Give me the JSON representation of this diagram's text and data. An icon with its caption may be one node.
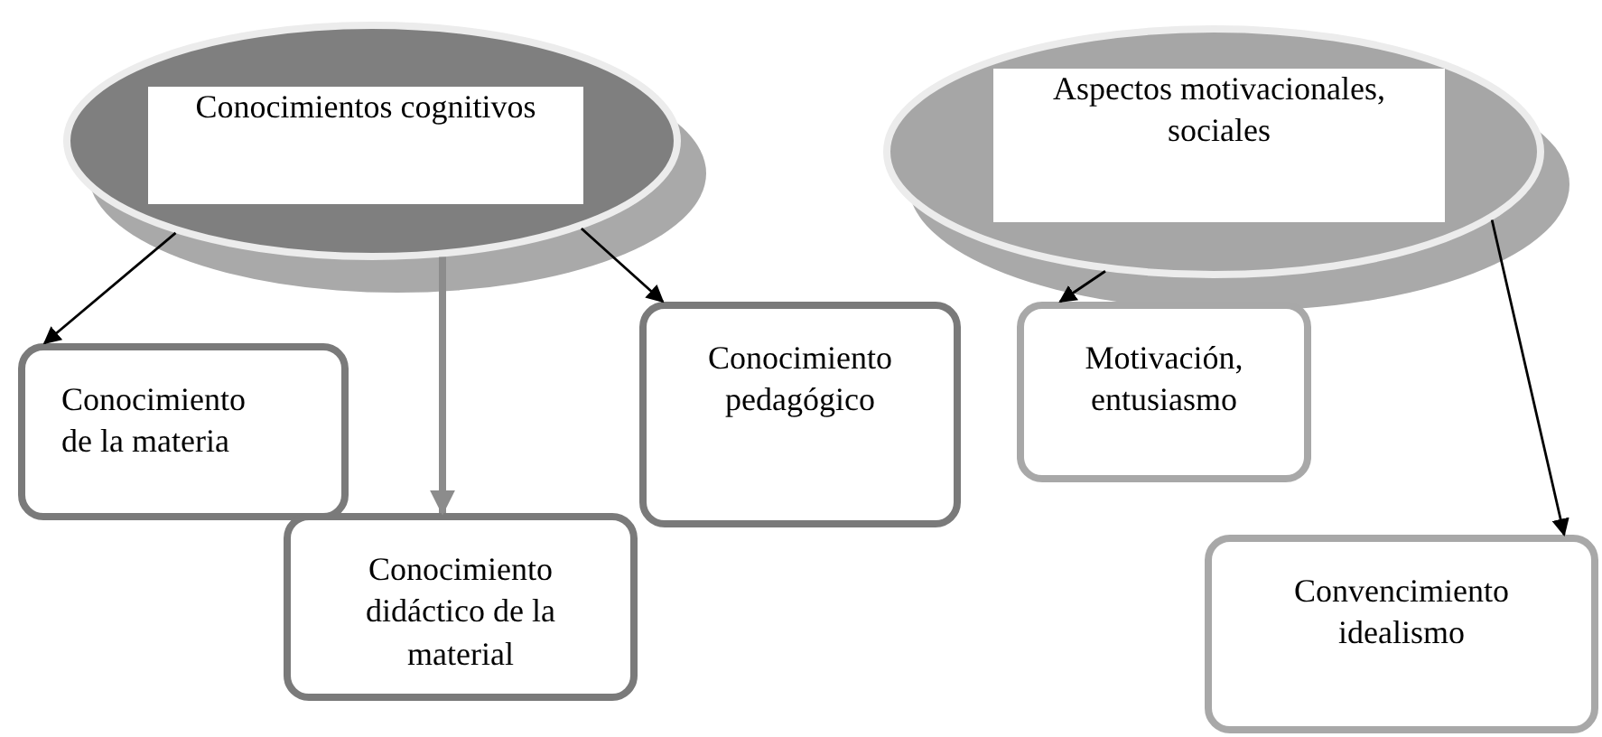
{
  "diagram": {
    "nodes": [
      {
        "text": [
          "Conocimientos cognitivos"
        ]
      },
      {
        "text": [
          "Conocimiento de la materia"
        ]
      },
      {
        "text": [
          "Conocimiento didáctico de la material"
        ]
      },
      {
        "text": [
          "Conocimiento pedagógico"
        ]
      },
      {
        "text": [
          "Aspectos motivacionales, sociales"
        ]
      },
      {
        "text": [
          "Motivación, entusiasmo"
        ]
      },
      {
        "text": [
          "Convencimiento idealismo"
        ]
      }
    ],
    "edges": [
      {
        "from": 0,
        "to": 1,
        "arrow": "to"
      },
      {
        "from": 0,
        "to": 2,
        "arrow": "to",
        "style": "thick",
        "color": "#8c8c8c"
      },
      {
        "from": 0,
        "to": 3,
        "arrow": "to"
      },
      {
        "from": 4,
        "to": 5,
        "arrow": "to"
      },
      {
        "from": 4,
        "to": 6,
        "arrow": "to"
      }
    ]
  }
}
